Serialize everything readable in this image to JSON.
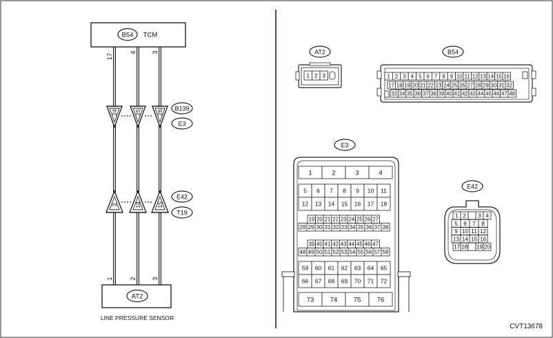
{
  "diagram": {
    "ecu": {
      "connector": "B54",
      "name": "TCM",
      "pins": [
        "17",
        "4",
        "3"
      ]
    },
    "sensor": {
      "connector": "AT2",
      "name": "LINE PRESSURE SENSOR",
      "pins": [
        "1",
        "2",
        "3"
      ]
    },
    "junction_upper": {
      "pins": [
        "24",
        "25",
        "26"
      ],
      "tags": [
        "B139",
        "E3"
      ]
    },
    "junction_lower": {
      "pins": [
        "3",
        "18",
        "15"
      ],
      "tags": [
        "E42",
        "T19"
      ]
    },
    "figure_id": "CVT13678"
  },
  "connectors": {
    "at2": {
      "tag": "AT2",
      "pins": [
        "1",
        "2",
        "3"
      ]
    },
    "b54": {
      "tag": "B54",
      "rows": [
        [
          "1",
          "2",
          "3",
          "4",
          "5",
          "6",
          "7",
          "8",
          "9",
          "10",
          "11",
          "12",
          "13",
          "14",
          "15",
          "16"
        ],
        [
          "17",
          "18",
          "19",
          "20",
          "21",
          "22",
          "23",
          "24",
          "25",
          "26",
          "27",
          "28",
          "29",
          "30",
          "31",
          "32"
        ],
        [
          "33",
          "34",
          "35",
          "36",
          "37",
          "38",
          "39",
          "40",
          "41",
          "42",
          "43",
          "44",
          "45",
          "46",
          "47",
          "48"
        ]
      ]
    },
    "e3": {
      "tag": "E3",
      "top_row": [
        "1",
        "2",
        "3",
        "4"
      ],
      "block1": [
        [
          "5",
          "6",
          "7",
          "8",
          "9",
          "10",
          "11"
        ],
        [
          "12",
          "13",
          "14",
          "15",
          "16",
          "17",
          "18"
        ]
      ],
      "block2": [
        [
          "19",
          "20",
          "21",
          "22",
          "23",
          "24",
          "25",
          "26",
          "27"
        ],
        [
          "28",
          "29",
          "30",
          "31",
          "32",
          "33",
          "34",
          "35",
          "36",
          "37",
          "38"
        ]
      ],
      "block3": [
        [
          "39",
          "40",
          "41",
          "42",
          "43",
          "44",
          "45",
          "46",
          "47"
        ],
        [
          "48",
          "49",
          "50",
          "51",
          "52",
          "53",
          "54",
          "55",
          "56",
          "57",
          "58"
        ]
      ],
      "block4": [
        [
          "59",
          "60",
          "61",
          "62",
          "63",
          "64",
          "65"
        ],
        [
          "66",
          "67",
          "68",
          "69",
          "70",
          "71",
          "72"
        ]
      ],
      "bottom_row": [
        "73",
        "74",
        "75",
        "76"
      ]
    },
    "e42": {
      "tag": "E42",
      "rows": [
        [
          "1",
          "2",
          "",
          "3",
          "4"
        ],
        [
          "5",
          "6",
          "7",
          "8"
        ],
        [
          "9",
          "10",
          "11",
          "12"
        ],
        [
          "13",
          "14",
          "15",
          "16"
        ],
        [
          "17",
          "18",
          "",
          "19",
          "20"
        ]
      ]
    }
  }
}
